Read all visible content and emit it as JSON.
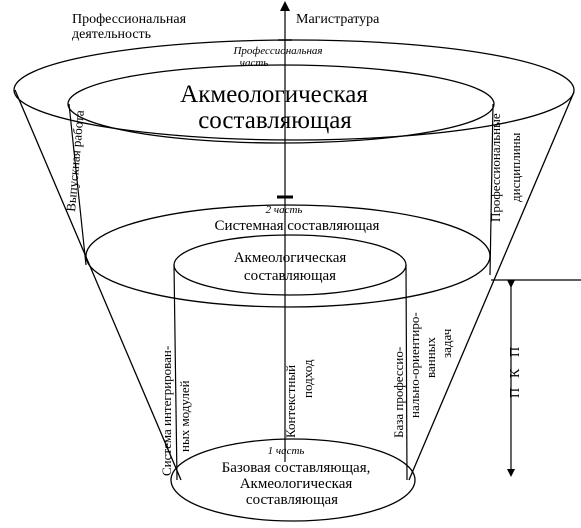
{
  "header": {
    "professional_activity_line1": "Профессиональная",
    "professional_activity_line2": "деятельность",
    "magistracy": "Магистратура"
  },
  "top_level": {
    "part_label_line1": "Профессиональная",
    "part_label_line2": "часть",
    "acmeological_line1": "Акмеологическая",
    "acmeological_line2": "составляющая",
    "left_side": "Выпускная работа",
    "right_side_line1": "Профессиональные",
    "right_side_line2": "дисциплины"
  },
  "middle_level": {
    "part_label": "2 часть",
    "systemic": "Системная составляющая",
    "acmeological_line1": "Акмеологическая",
    "acmeological_line2": "составляющая"
  },
  "cylinder": {
    "left_line1": "Система интегрирован-",
    "left_line2": "ных  модулей",
    "center_line1": "Контекстный",
    "center_line2": "подход",
    "right_line1": "База профессио-",
    "right_line2": "нально-ориентиро-",
    "right_line3": "ванных",
    "right_line4": "задач"
  },
  "bottom_level": {
    "part_label": "1 часть",
    "line1": "Базовая составляющая,",
    "line2": "Акмеологическая",
    "line3": "составляющая"
  },
  "side_marker": {
    "letters": [
      "П",
      "К",
      "П"
    ]
  }
}
